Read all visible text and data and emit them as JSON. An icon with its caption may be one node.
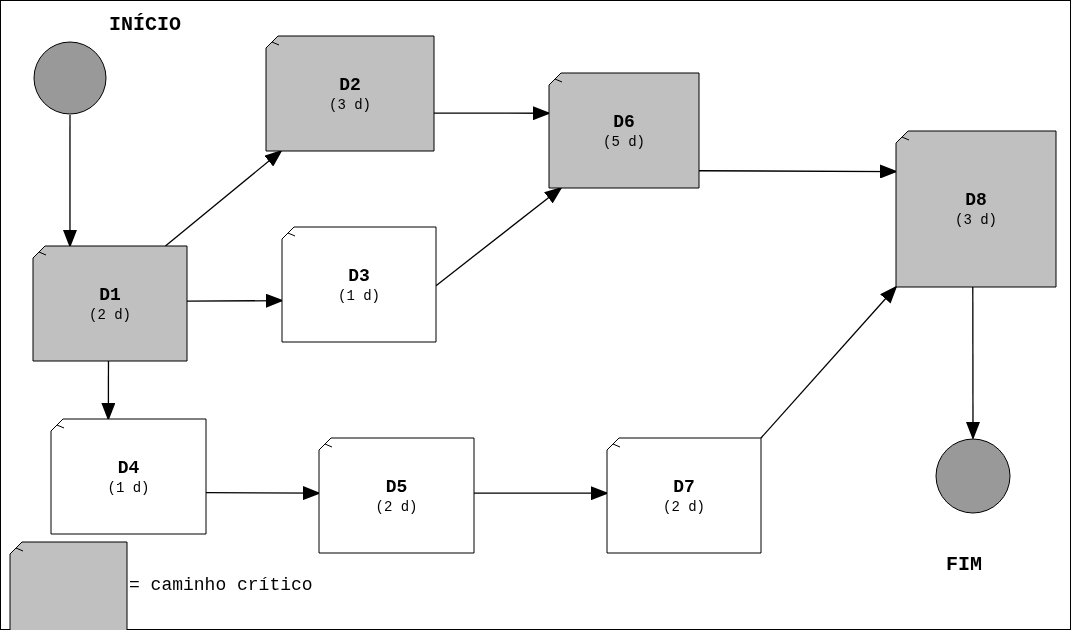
{
  "diagram": {
    "nodes": [
      {
        "text": [],
        "shape": "circle",
        "beside": [
          "INÍCIO"
        ]
      },
      {
        "text": [
          "D1",
          "(2 d)"
        ]
      },
      {
        "text": [
          "D2",
          "(3 d)"
        ]
      },
      {
        "text": [
          "D3",
          "(1 d)"
        ]
      },
      {
        "text": [
          "D6",
          "(5 d)"
        ]
      },
      {
        "text": [
          "D8",
          "(3 d)"
        ]
      },
      {
        "text": [
          "D4",
          "(1 d)"
        ]
      },
      {
        "text": [
          "D5",
          "(2 d)"
        ]
      },
      {
        "text": [
          "D7",
          "(2 d)"
        ]
      },
      {
        "text": [],
        "shape": "circle",
        "beside": [
          "FIM"
        ]
      }
    ],
    "edges": [
      {
        "from": 0,
        "to": 1,
        "arrow": "to"
      },
      {
        "from": 1,
        "to": 2,
        "arrow": "to"
      },
      {
        "from": 1,
        "to": 3,
        "arrow": "to"
      },
      {
        "from": 1,
        "to": 6,
        "arrow": "to"
      },
      {
        "from": 2,
        "to": 4,
        "arrow": "to"
      },
      {
        "from": 3,
        "to": 4,
        "arrow": "to"
      },
      {
        "from": 4,
        "to": 5,
        "arrow": "to"
      },
      {
        "from": 6,
        "to": 7,
        "arrow": "to"
      },
      {
        "from": 7,
        "to": 8,
        "arrow": "to"
      },
      {
        "from": 8,
        "to": 5,
        "arrow": "to"
      },
      {
        "from": 5,
        "to": 9,
        "arrow": "to"
      }
    ],
    "legend": [
      {
        "text": "= caminho crítico",
        "color": "#c0c0c0"
      }
    ]
  }
}
